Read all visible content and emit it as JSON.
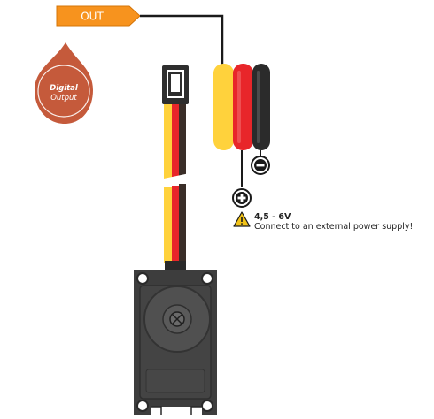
{
  "out_label": "OUT",
  "badge": {
    "line1": "Digital",
    "line2": "Output"
  },
  "power": {
    "voltage": "4,5 - 6V",
    "note": "Connect to an external power supply!"
  },
  "colors": {
    "out_tag": "#f7931e",
    "badge": "#c55a3b",
    "wire_yellow": "#ffd23c",
    "wire_red": "#e8262a",
    "wire_black": "#2b2b2b",
    "servo_body": "#3d3d3d",
    "warning": "#f2c318"
  },
  "icons": {
    "positive": "plus-circle-icon",
    "negative": "minus-circle-icon",
    "warning": "warning-triangle-icon"
  }
}
